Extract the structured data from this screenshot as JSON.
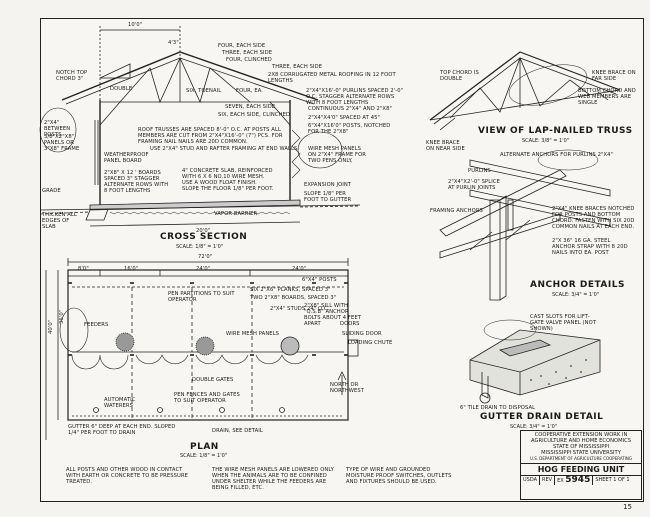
{
  "cross_section": {
    "title": "CROSS SECTION",
    "scale": "SCALE: 1/8\" = 1'0\"",
    "labels": {
      "span_top": "10'0\"",
      "span_mid": "4'3\"",
      "four_each_side": "FOUR, EACH SIDE",
      "three_each_side": "THREE, EACH SIDE",
      "four_clinched": "FOUR, CLINCHED",
      "three_each_side_2": "THREE, EACH SIDE",
      "roofing": "2x8 CORRUGATED METAL ROOFING IN 12 FOOT LENGTHS",
      "notch": "NOTCH TOP CHORD 3\"",
      "double": "DOUBLE",
      "six_toenail": "SIX, TOENAIL",
      "four_ea": "FOUR, EA.",
      "purlins": "2\"x4\"x16'-0\" PURLINS SPACED 2'-0\" O.C. STAGGER ALTERNATE ROWS WITH 8 FOOT LENGTHS",
      "seven": "SEVEN, EACH SIDE",
      "six_clinched": "SIX, EACH SIDE, CLINCHED",
      "continuous": "CONTINUOUS 2\"x4\" AND 2\"x8\"",
      "knee": "2\"x4\"x4'0\" SPACED AT 45\"",
      "posts_notched": "6\"x4\"x16'0\" POSTS, NOTCHED FOR THE 2\"x8\"",
      "between_posts": "2\"x4\" BETWEEN POSTS",
      "panels": "3/8\"x2\"x8\" PANELS OR 3\"x8\" FRAME",
      "roof_trusses": "ROOF TRUSSES ARE SPACED 8'-0\" O.C. AT POSTS ALL MEMBERS ARE CUT FROM 2\"x4\"x16'-0\" (7\") PCS. FOR FRAMING NAIL NAILS ARE 20d COMMON.",
      "use_stud": "USE 2\"x4\" STUD AND RAFTER FRAMING AT END WALLS.",
      "weatherproof": "WEATHERPROOF PANEL BOARD",
      "boards_spaced": "2\"x8\" x 12 ' BOARDS SPACED 3\" STAGGER ALTERNATE ROWS WITH 8 FOOT LENGTHS",
      "slab": "4\" CONCRETE SLAB, REINFORCED WITH 6 x 6 NO.10 WIRE MESH. USE A WOOD FLOAT FINISH. SLOPE THE FLOOR 1/8\" PER FOOT.",
      "wire_mesh": "WIRE MESH PANELS ON 2\"x4\" FRAME FOR TWO PENS ONLY.",
      "grade": "GRADE",
      "thicken": "THICKEN ALL EDGES OF SLAB",
      "expansion": "EXPANSION JOINT",
      "slope_gutter": "SLOPE 1/8\" PER FOOT TO GUTTER",
      "vapor": "VAPOR BARRIER",
      "width": "20'0\""
    }
  },
  "plan": {
    "title": "PLAN",
    "scale": "SCALE: 1/8\" = 1'0\"",
    "labels": {
      "overall": "72'0\"",
      "d1": "8'0\"",
      "d2": "16'0\"",
      "d3": "24'0\"",
      "d4": "24'0\"",
      "posts": "6\"x4\" POSTS",
      "pen_partitions": "PEN PARTITIONS TO SUIT OPERATOR",
      "planks": "SIX 2\"x6\" PLANKS, SPACED 3\"",
      "boards": "TWO 2\"x8\" BOARDS, SPACED 3\"",
      "sill": "2\"x8\" SILL WITH \"Q.S.B\" ANCHOR BOLTS ABOUT 4 FEET APART",
      "studs": "2\"x4\" STUDS 24\" O.C.",
      "feeders": "FEEDERS",
      "wire_mesh": "WIRE MESH PANELS",
      "doors": "DOORS",
      "sliding": "SLIDING DOOR",
      "loading": "LOADING CHUTE",
      "double_gates": "DOUBLE GATES",
      "pen_fences": "PEN FENCES AND GATES TO SUIT OPERATOR",
      "waterers": "AUTOMATIC WATERERS",
      "north": "NORTH OR NORTHWEST",
      "depth": "40'0\"",
      "depth2": "36'0\"",
      "gutter": "GUTTER 6\" DEEP AT EACH END. SLOPED 1/4\" PER FOOT TO DRAIN",
      "drain": "DRAIN, SEE DETAIL"
    }
  },
  "truss": {
    "title": "VIEW OF LAP-NAILED TRUSS",
    "scale": "SCALE: 3/8\" = 1'0\"",
    "labels": {
      "top_chord": "TOP CHORD IS DOUBLE",
      "knee_far": "KNEE BRACE ON FAR SIDE",
      "bottom_chord": "BOTTOM CHORD AND WEB MEMBERS ARE SINGLE",
      "knee_near": "KNEE BRACE ON NEAR SIDE"
    }
  },
  "anchor": {
    "title": "ANCHOR DETAILS",
    "scale": "SCALE: 3/4\" = 1'0\"",
    "labels": {
      "alternate": "ALTERNATE ANCHORS FOR PURLINS 2\"x4\"",
      "purlins": "PURLINS",
      "splice": "2\"x4\"x2'-0\" SPLICE AT PURLIN JOINTS",
      "framing": "FRAMING ANCHORS",
      "knee": "2\"x4\" KNEE BRACES NOTCHED FOR POSTS AND BOTTOM CHORD. FASTEN WITH SIX 20d COMMON NAILS AT EACH END.",
      "strap": "2\"x 36\" 16 GA. STEEL ANCHOR STRAP WITH 8 20d NAILS INTO EA. POST"
    }
  },
  "gutter": {
    "title": "GUTTER DRAIN DETAIL",
    "scale": "SCALE: 3/4\" = 1'0\"",
    "labels": {
      "slots": "CAST SLOTS FOR LIFT-GATE VALVE PANEL (NOT SHOWN)",
      "tile": "6\" TILE DRAIN TO DISPOSAL"
    }
  },
  "notes": {
    "n1": "ALL POSTS AND OTHER WOOD IN CONTACT WITH EARTH OR CONCRETE TO BE PRESSURE TREATED.",
    "n2": "THE WIRE MESH PANELS ARE LOWERED ONLY WHEN THE ANIMALS ARE TO BE CONFINED UNDER SHELTER WHILE THE FEEDERS ARE BEING FILLED, ETC.",
    "n3": "TYPE OF WIRE AND GROUNDED MOISTURE PROOF SWITCHES, OUTLETS AND FIXTURES SHOULD BE USED."
  },
  "title_block": {
    "line1": "COOPERATIVE EXTENSION WORK IN",
    "line2": "AGRICULTURE AND HOME ECONOMICS",
    "line3": "STATE OF MISSISSIPPI",
    "line4": "MISSISSIPPI STATE UNIVERSITY",
    "line5": "U.S. DEPARTMENT OF AGRICULTURE COOPERATING",
    "name": "HOG FEEDING UNIT",
    "usda": "USDA",
    "rev": "REV",
    "ex_prefix": "EX",
    "number": "5945",
    "sheet": "SHEET 1 OF 1"
  },
  "page_number": "15"
}
